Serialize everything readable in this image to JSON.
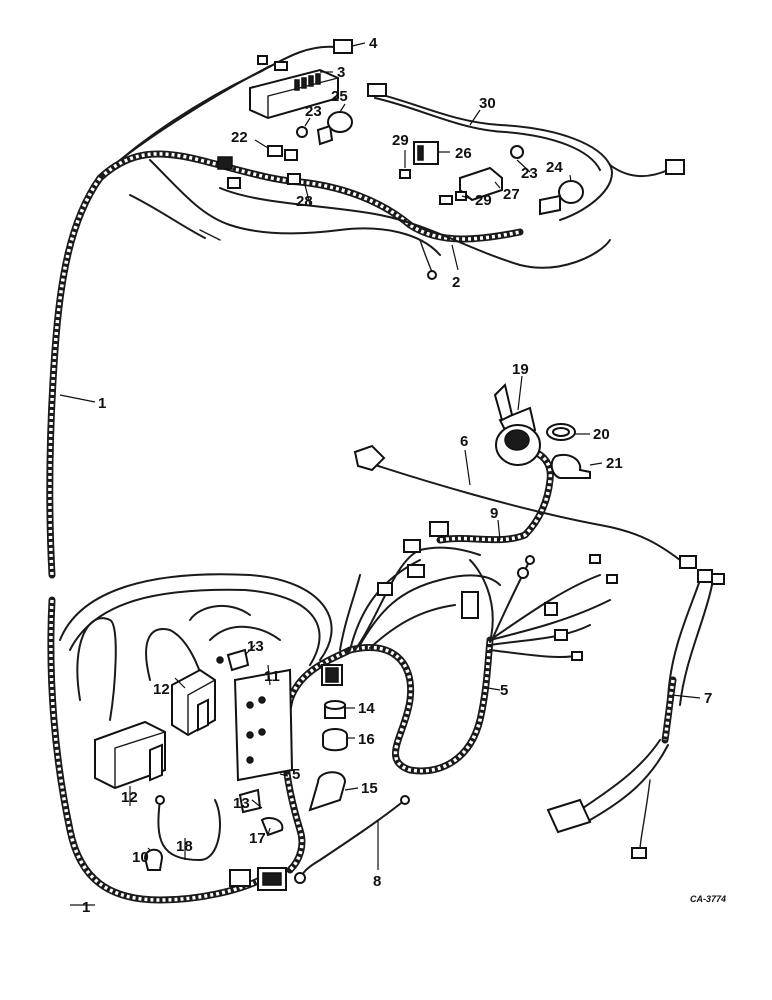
{
  "diagram": {
    "drawing_code": "CA-3774",
    "callouts": [
      {
        "id": "c4",
        "label": "4"
      },
      {
        "id": "c3",
        "label": "3"
      },
      {
        "id": "c30",
        "label": "30"
      },
      {
        "id": "c25",
        "label": "25"
      },
      {
        "id": "c23a",
        "label": "23"
      },
      {
        "id": "c22",
        "label": "22"
      },
      {
        "id": "c29a",
        "label": "29"
      },
      {
        "id": "c26",
        "label": "26"
      },
      {
        "id": "c23b",
        "label": "23"
      },
      {
        "id": "c24",
        "label": "24"
      },
      {
        "id": "c27",
        "label": "27"
      },
      {
        "id": "c29b",
        "label": "29"
      },
      {
        "id": "c28",
        "label": "28"
      },
      {
        "id": "c2",
        "label": "2"
      },
      {
        "id": "c1a",
        "label": "1"
      },
      {
        "id": "c19",
        "label": "19"
      },
      {
        "id": "c20",
        "label": "20"
      },
      {
        "id": "c6",
        "label": "6"
      },
      {
        "id": "c21",
        "label": "21"
      },
      {
        "id": "c9",
        "label": "9"
      },
      {
        "id": "c13a",
        "label": "13"
      },
      {
        "id": "c11",
        "label": "11"
      },
      {
        "id": "c12a",
        "label": "12"
      },
      {
        "id": "c5a",
        "label": "5"
      },
      {
        "id": "c7",
        "label": "7"
      },
      {
        "id": "c14",
        "label": "14"
      },
      {
        "id": "c16",
        "label": "16"
      },
      {
        "id": "c12b",
        "label": "12"
      },
      {
        "id": "c5b",
        "label": "5"
      },
      {
        "id": "c15",
        "label": "15"
      },
      {
        "id": "c13b",
        "label": "13"
      },
      {
        "id": "c17",
        "label": "17"
      },
      {
        "id": "c18",
        "label": "18"
      },
      {
        "id": "c10",
        "label": "10"
      },
      {
        "id": "c8",
        "label": "8"
      },
      {
        "id": "c1b",
        "label": "1"
      }
    ]
  }
}
